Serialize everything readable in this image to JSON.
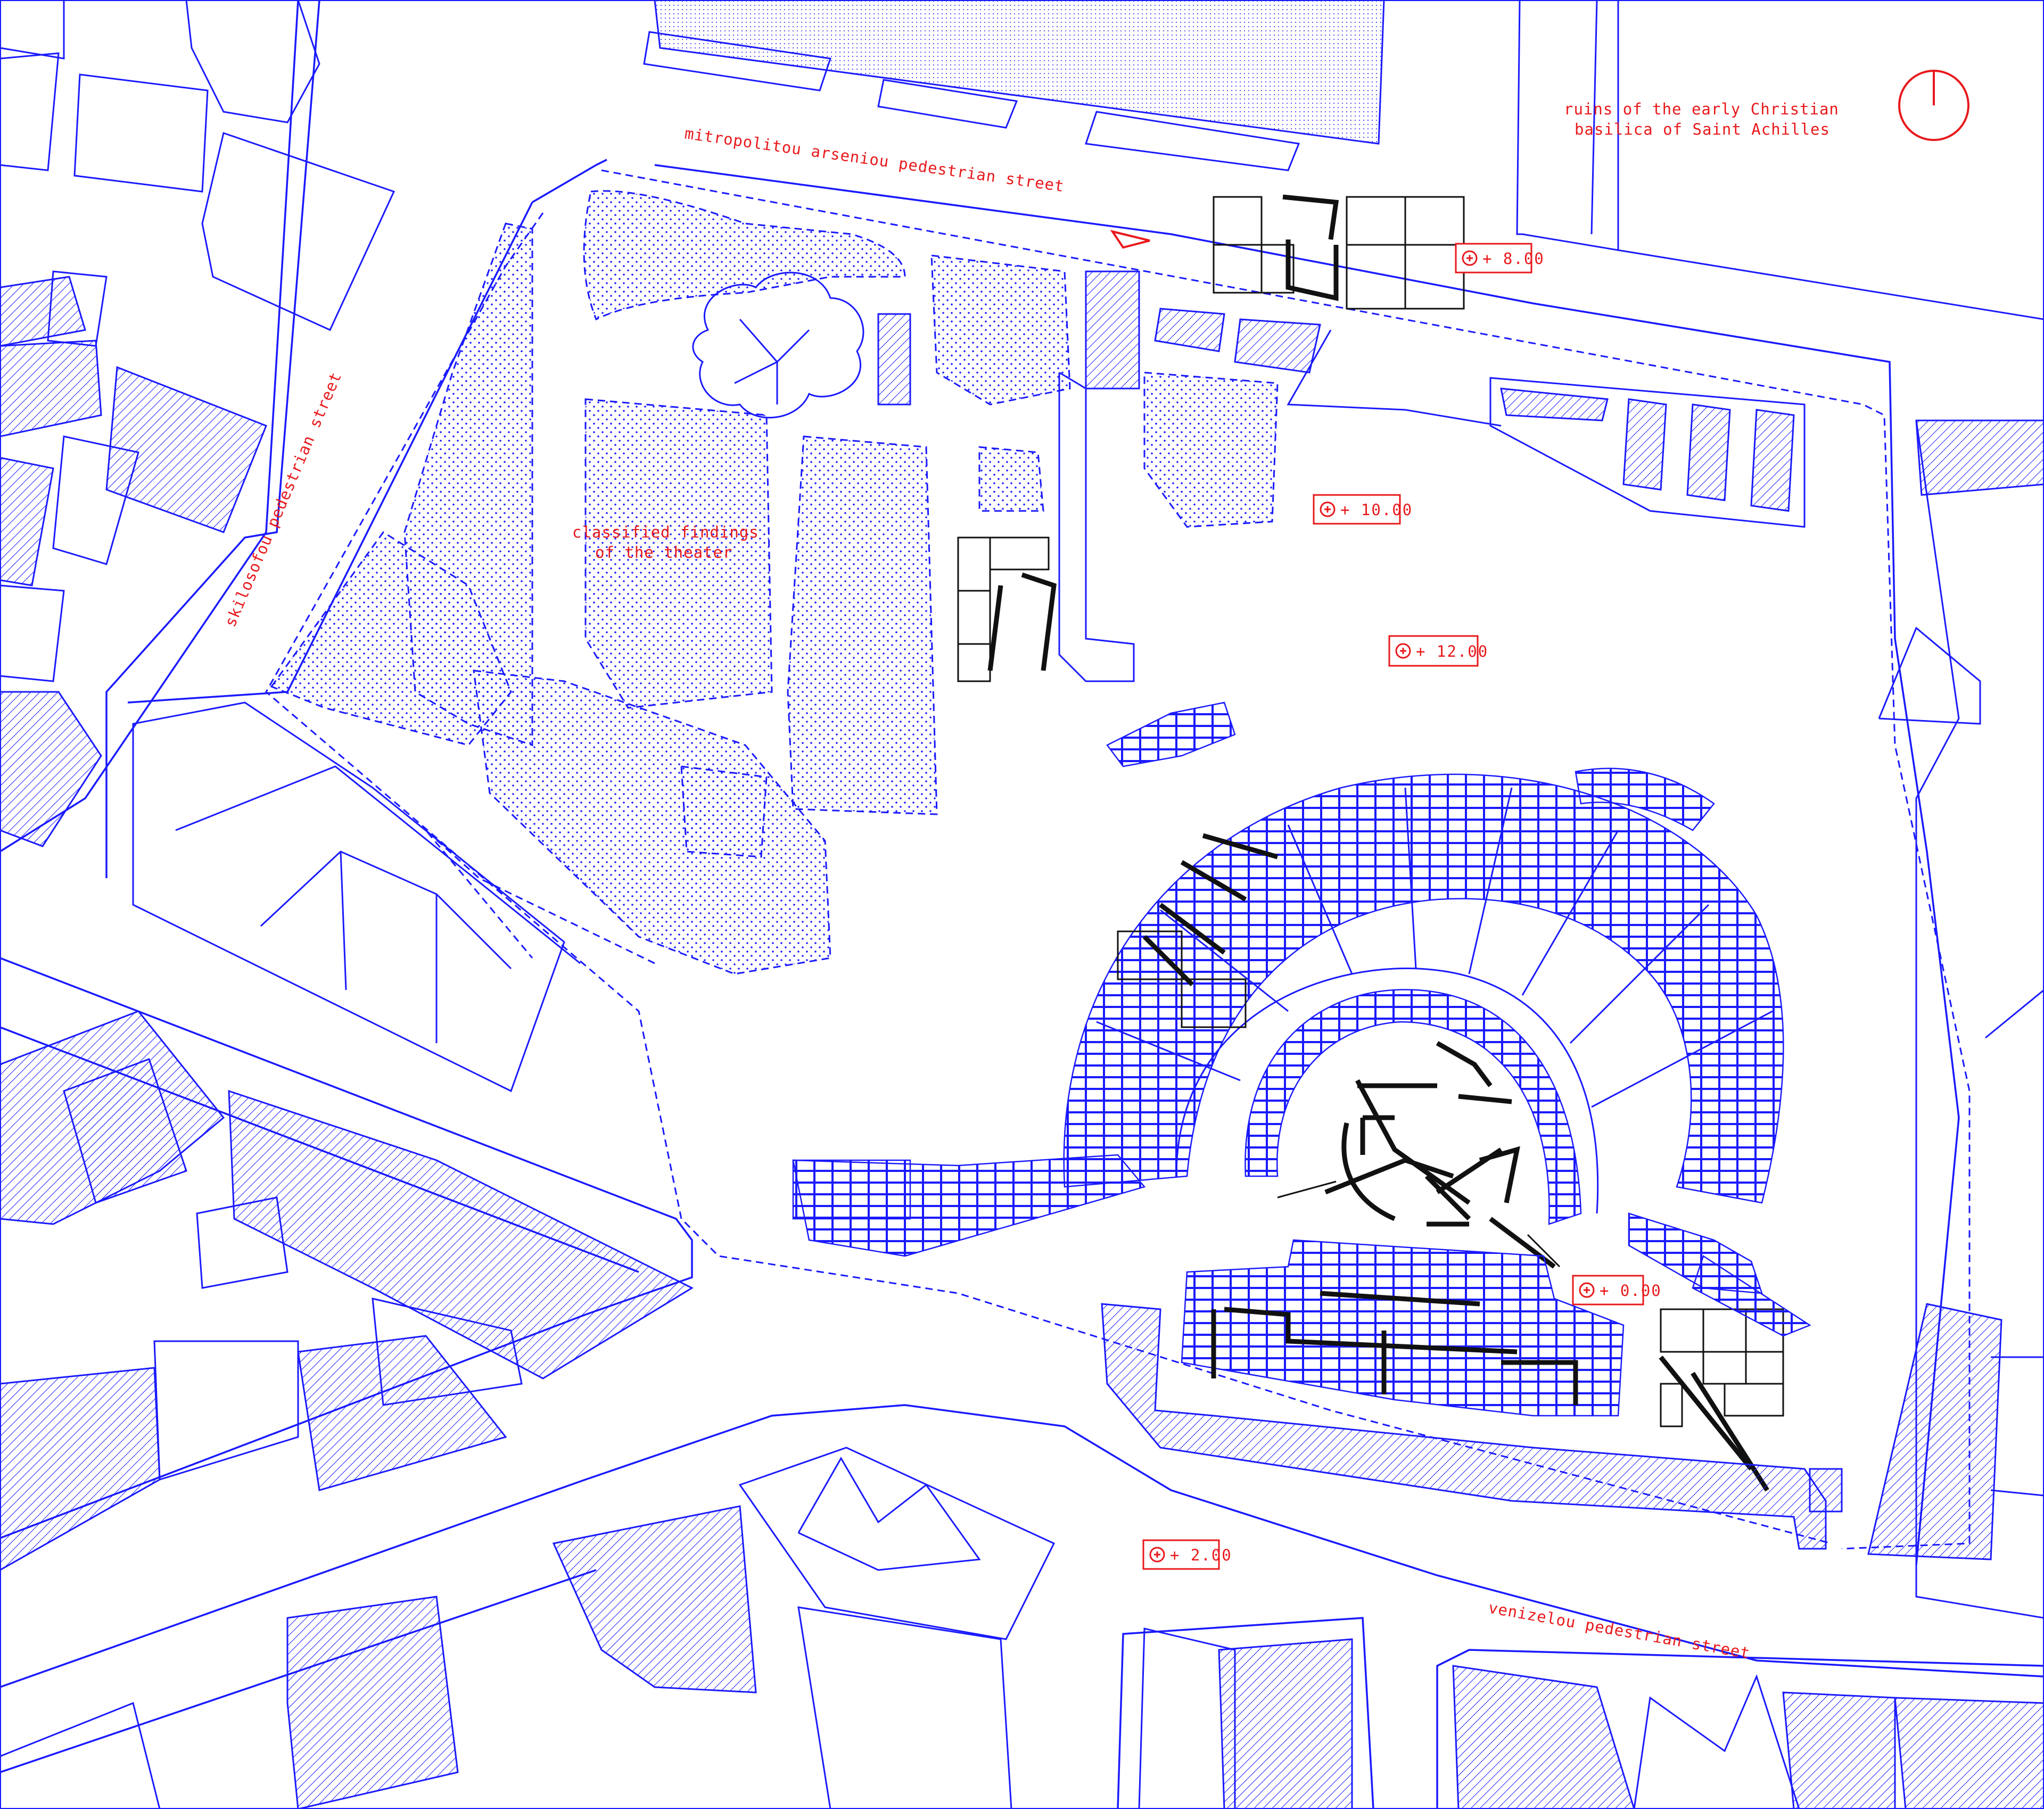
{
  "map": {
    "accent_color": "#e8191c",
    "line_color": "#1a1aff",
    "labels": {
      "street_north": "mitropolitou arseniou pedestrian street",
      "street_west": "skilosofou pedestrian street",
      "street_south": "venizelou pedestrian street",
      "basilica": [
        "ruins of the early Christian",
        "basilica of Saint Achilles"
      ],
      "findings": [
        "classified findings",
        "of the theater"
      ]
    },
    "levels": [
      "+ 8.00",
      "+ 10.00",
      "+ 12.00",
      "+ 0.00",
      "+ 2.00"
    ],
    "icons": {
      "north_arrow": "north-arrow-icon",
      "level_marker": "level-marker-icon"
    }
  }
}
